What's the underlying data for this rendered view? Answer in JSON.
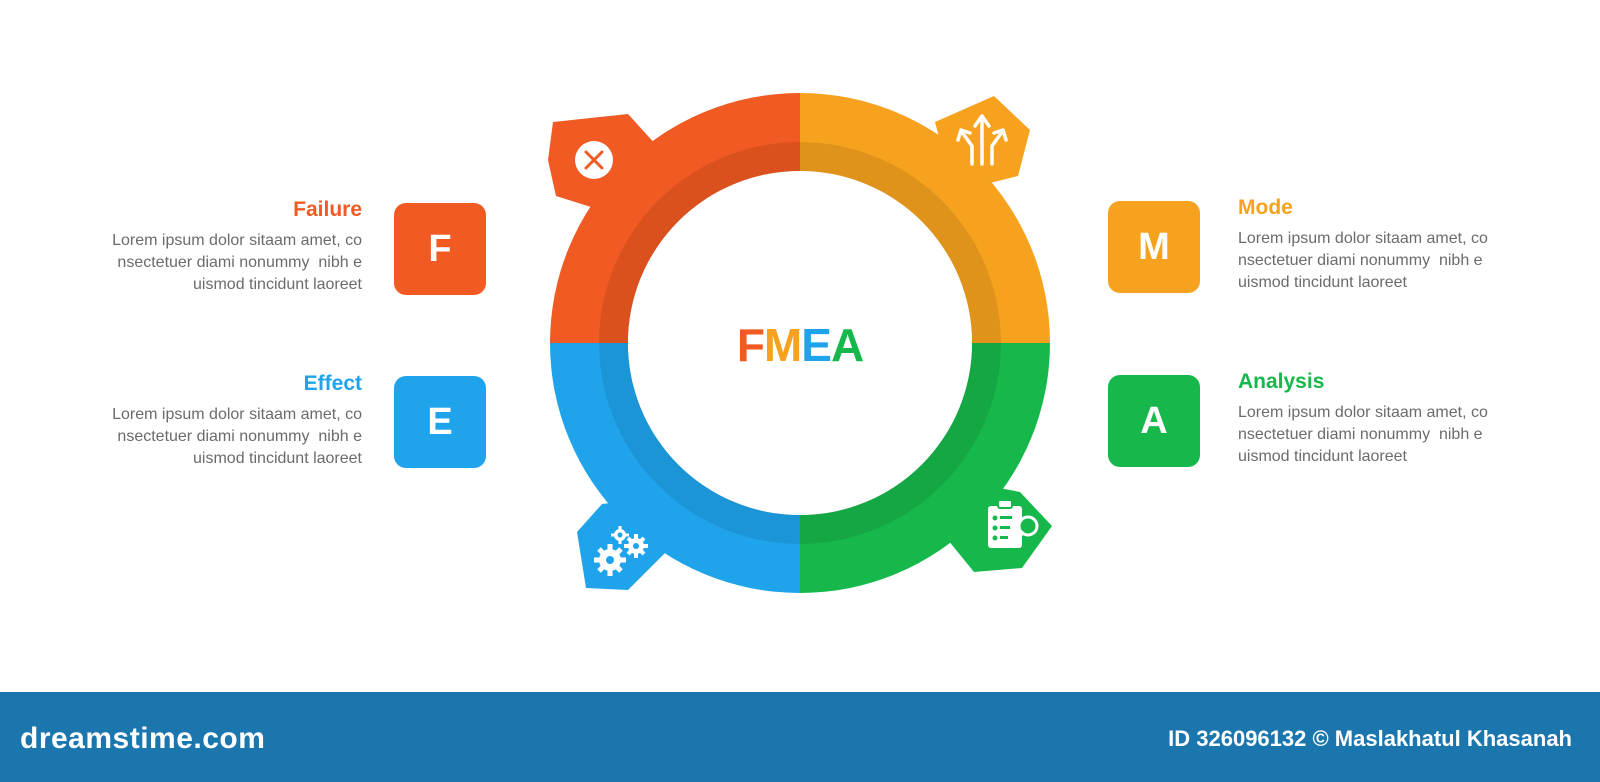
{
  "center_title": {
    "letters": [
      {
        "char": "F",
        "color": "#f15a22"
      },
      {
        "char": "M",
        "color": "#f7a21e"
      },
      {
        "char": "E",
        "color": "#1fa4ec"
      },
      {
        "char": "A",
        "color": "#17b84b"
      }
    ]
  },
  "items": {
    "failure": {
      "letter": "F",
      "title": "Failure",
      "color": "#f15a22",
      "description": "Lorem ipsum dolor sitaam amet, co\nnsectetuer diami nonummy  nibh e\nuismod tincidunt laoreet",
      "icon": "close-circle-icon"
    },
    "mode": {
      "letter": "M",
      "title": "Mode",
      "color": "#f7a21e",
      "description": "Lorem ipsum dolor sitaam amet, co\nnsectetuer diami nonummy  nibh e\nuismod tincidunt laoreet",
      "icon": "split-arrows-icon"
    },
    "effect": {
      "letter": "E",
      "title": "Effect",
      "color": "#1fa4ec",
      "description": "Lorem ipsum dolor sitaam amet, co\nnsectetuer diami nonummy  nibh e\nuismod tincidunt laoreet",
      "icon": "gears-icon"
    },
    "analysis": {
      "letter": "A",
      "title": "Analysis",
      "color": "#17b84b",
      "description": "Lorem ipsum dolor sitaam amet, co\nnsectetuer diami nonummy  nibh e\nuismod tincidunt laoreet",
      "icon": "clipboard-search-icon"
    }
  },
  "footer": {
    "logo": "dreamstime.com",
    "credit": "ID 326096132 © Maslakhatul Khasanah",
    "background": "#1b76ad"
  }
}
